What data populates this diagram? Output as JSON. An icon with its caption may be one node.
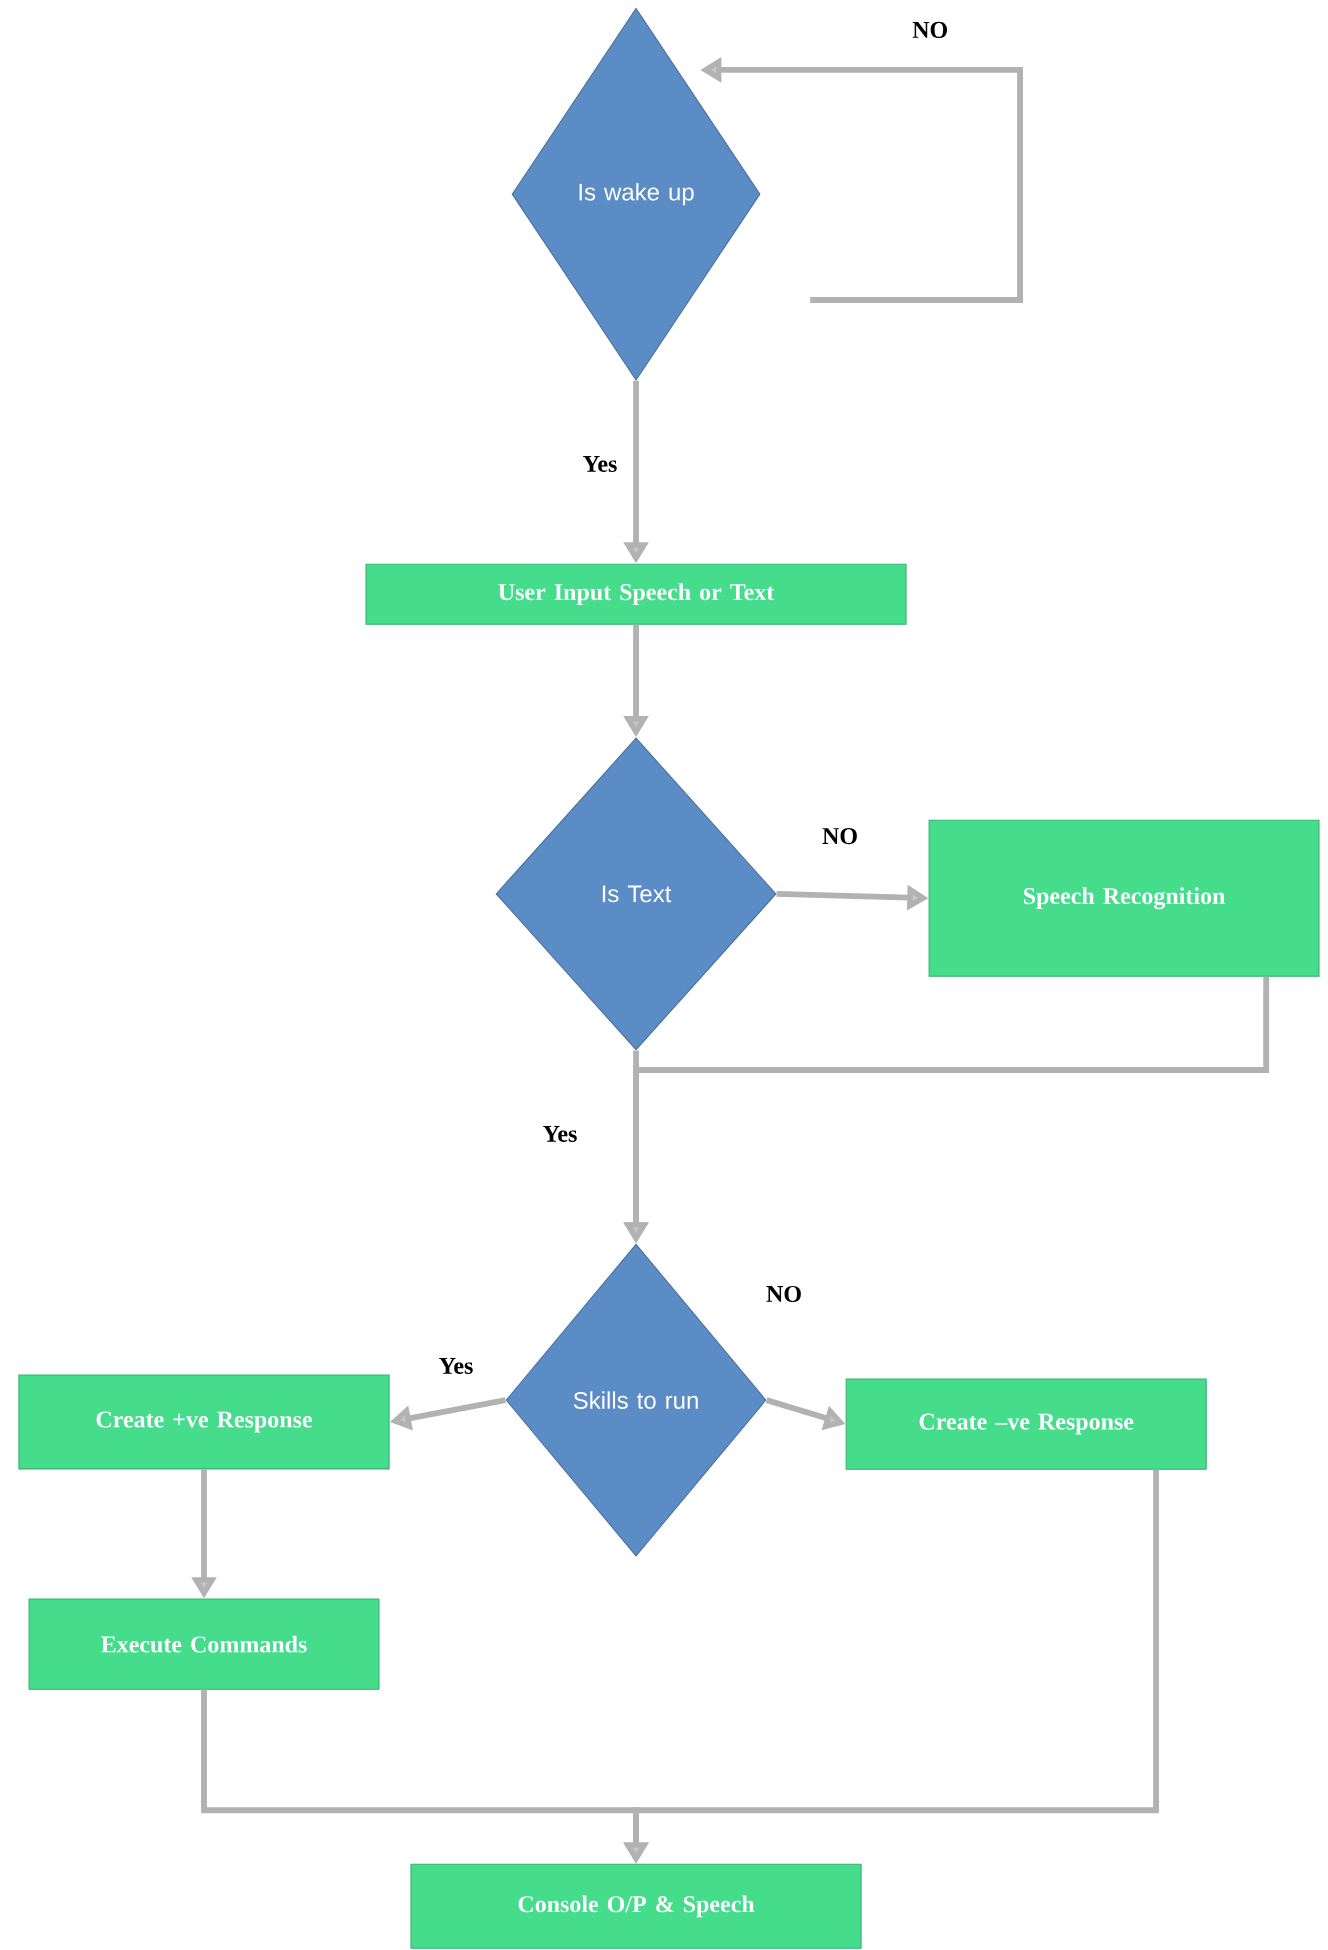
{
  "diagram": {
    "nodes": [
      {
        "text": [
          "Is wake up"
        ]
      },
      {
        "text": [
          "User Input Speech or Text"
        ]
      },
      {
        "text": [
          "Is Text"
        ]
      },
      {
        "text": [
          "Speech Recognition"
        ]
      },
      {
        "text": [
          "Skills to run"
        ]
      },
      {
        "text": [
          "Create +ve Response"
        ]
      },
      {
        "text": [
          "Create –ve Response"
        ]
      },
      {
        "text": [
          "Execute Commands"
        ]
      },
      {
        "text": [
          "Console O/P & Speech"
        ]
      }
    ],
    "edges": [
      {
        "from": 0,
        "to": 0,
        "arrow": "to",
        "label": "NO"
      },
      {
        "from": 0,
        "to": 1,
        "arrow": "to",
        "label": "Yes"
      },
      {
        "from": 1,
        "to": 2,
        "arrow": "to"
      },
      {
        "from": 2,
        "to": 3,
        "arrow": "to",
        "label": "NO"
      },
      {
        "from": 3,
        "to": 4,
        "arrow": "to"
      },
      {
        "from": 2,
        "to": 4,
        "arrow": "to",
        "label": "Yes"
      },
      {
        "from": 4,
        "to": 5,
        "arrow": "to",
        "label": "Yes"
      },
      {
        "from": 4,
        "to": 6,
        "arrow": "to",
        "label": "NO"
      },
      {
        "from": 5,
        "to": 7,
        "arrow": "to"
      },
      {
        "from": 7,
        "to": 8,
        "arrow": "to"
      },
      {
        "from": 6,
        "to": 8,
        "arrow": "to"
      }
    ]
  }
}
